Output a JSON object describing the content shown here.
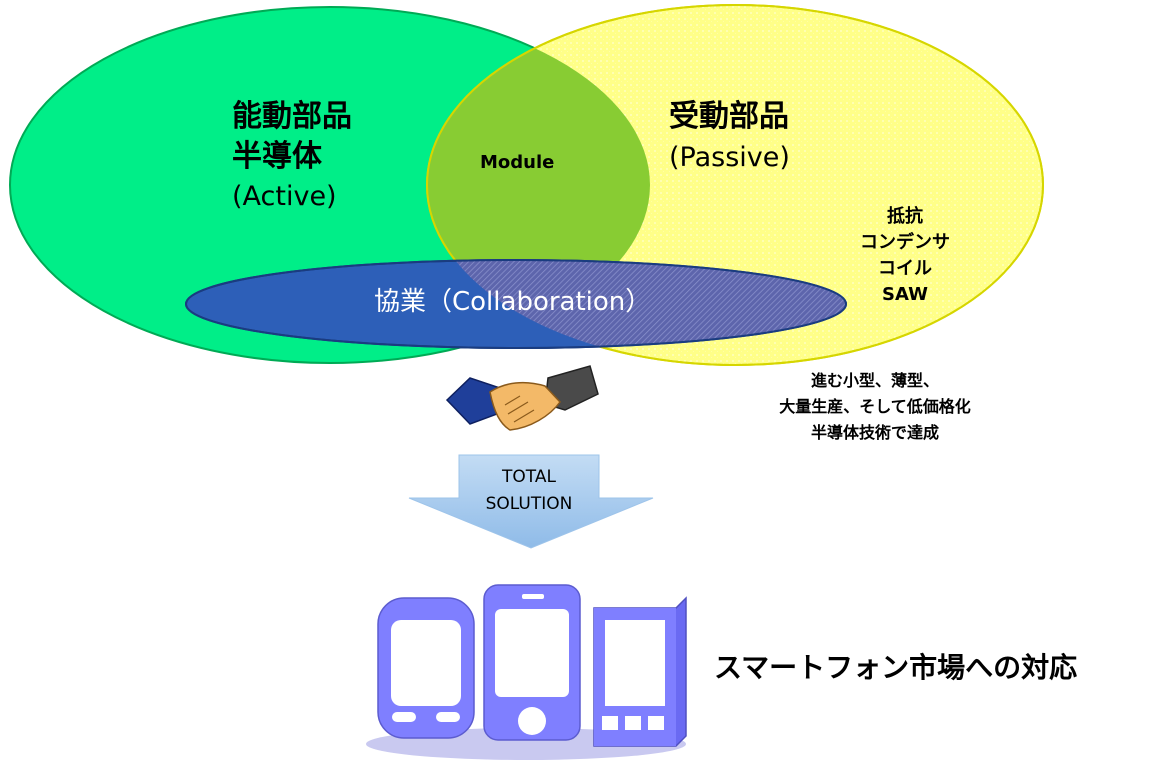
{
  "active": {
    "title_line1": "能動部品",
    "title_line2": "半導体",
    "english": "(Active)",
    "color": "#00ee88"
  },
  "passive": {
    "title": "受動部品",
    "english": "(Passive)",
    "components": [
      "抵抗",
      "コンデンサ",
      "コイル",
      "SAW"
    ],
    "color": "#ffff88"
  },
  "overlap": {
    "label": "Module",
    "color": "#88cc33"
  },
  "collaboration": {
    "label": "協業（Collaboration）",
    "color": "#2d5fb8"
  },
  "trend_notes": [
    "進む小型、薄型、",
    "大量生産、そして低価格化",
    "半導体技術で達成"
  ],
  "arrow": {
    "line1": "TOTAL",
    "line2": "SOLUTION",
    "color": "#a8cdf0"
  },
  "smartphones": {
    "caption": "スマートフォン市場への対応",
    "color": "#7f7fff"
  },
  "icons": {
    "handshake": "handshake-icon",
    "phones": "smartphone-icon"
  }
}
